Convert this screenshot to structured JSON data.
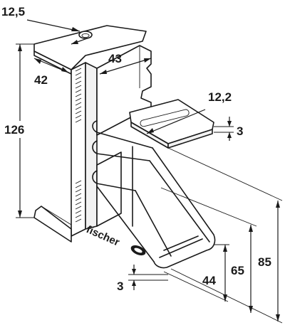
{
  "dimensions": {
    "top_hole": "12,5",
    "flange_depth": "42",
    "arm_width": "43",
    "total_height": "126",
    "slot_width": "12,2",
    "plate_thickness": "3",
    "height_85": "85",
    "height_65": "65",
    "depth_44": "44",
    "wire_thickness": "3"
  },
  "branding": {
    "logo_text": "fischer"
  },
  "colors": {
    "ink": "#1a1a1a",
    "paper": "#ffffff"
  }
}
